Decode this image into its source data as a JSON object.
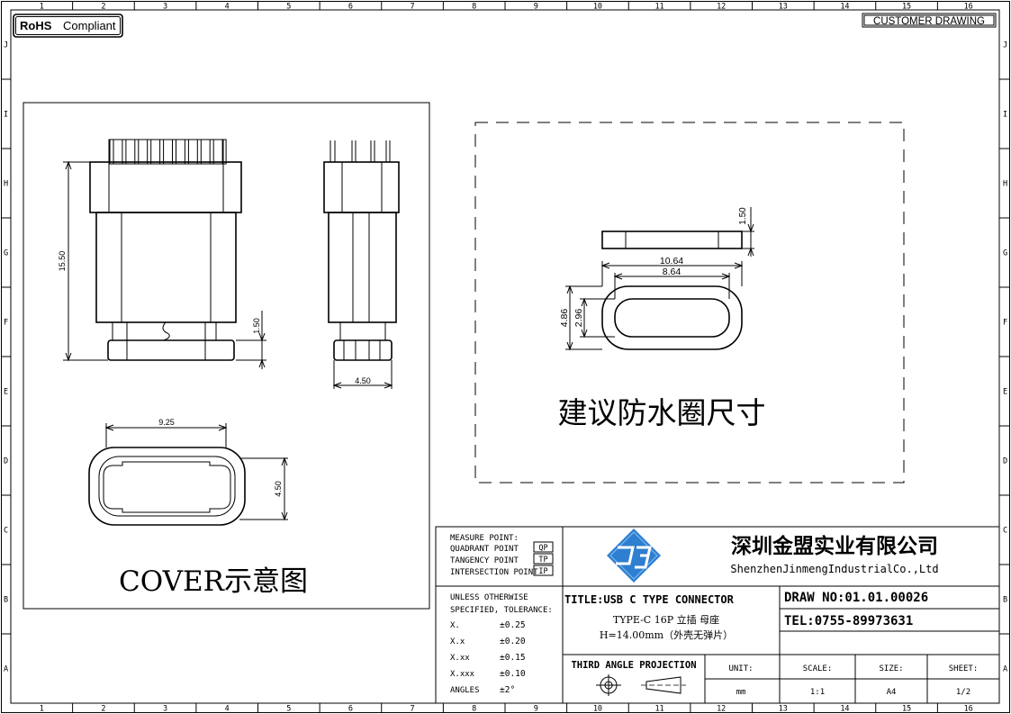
{
  "badges": {
    "rohs": "RoHS",
    "compliant": "Compliant",
    "customer_drawing": "CUSTOMER DRAWING"
  },
  "grid": {
    "columns": [
      "1",
      "2",
      "3",
      "4",
      "5",
      "6",
      "7",
      "8",
      "9",
      "10",
      "11",
      "12",
      "13",
      "14",
      "15",
      "16"
    ],
    "rows": [
      "J",
      "I",
      "H",
      "G",
      "F",
      "E",
      "D",
      "C",
      "B",
      "A"
    ]
  },
  "dims": {
    "height_total": "15.50",
    "step_height": "1.50",
    "side_width": "4.50",
    "cover_width": "9.25",
    "cover_height": "4.50",
    "ring_thickness": "1.50",
    "ring_outer_w": "10.64",
    "ring_inner_w": "8.64",
    "ring_outer_h": "4.86",
    "ring_inner_h": "2.96"
  },
  "captions": {
    "cover": "COVER示意图",
    "ring": "建议防水圈尺寸"
  },
  "title_block": {
    "measure": {
      "header": "MEASURE POINT:",
      "rows": [
        {
          "label": "QUADRANT POINT",
          "code": "QP"
        },
        {
          "label": "TANGENCY POINT",
          "code": "TP"
        },
        {
          "label": "INTERSECTION POINT",
          "code": "IP"
        }
      ]
    },
    "company_cn": "深圳金盟实业有限公司",
    "company_en": "ShenzhenJinmengIndustrialCo.,Ltd",
    "tolerance": {
      "header1": "UNLESS OTHERWISE",
      "header2": "SPECIFIED, TOLERANCE:",
      "rows": [
        {
          "k": "X.",
          "v": "±0.25"
        },
        {
          "k": "X.x",
          "v": "±0.20"
        },
        {
          "k": "X.xx",
          "v": "±0.15"
        },
        {
          "k": "X.xxx",
          "v": "±0.10"
        },
        {
          "k": "ANGLES",
          "v": "±2°"
        }
      ]
    },
    "title": "TITLE:USB C TYPE CONNECTOR",
    "desc1": "TYPE-C 16P 立插 母座",
    "desc2": "H=14.00mm（外壳无弹片）",
    "draw_no": "DRAW NO:01.01.00026",
    "tel": "TEL:0755-89973631",
    "projection": "THIRD ANGLE PROJECTION",
    "fields": [
      {
        "label": "UNIT:",
        "value": "mm"
      },
      {
        "label": "SCALE:",
        "value": "1:1"
      },
      {
        "label": "SIZE:",
        "value": "A4"
      },
      {
        "label": "SHEET:",
        "value": "1/2"
      }
    ]
  }
}
